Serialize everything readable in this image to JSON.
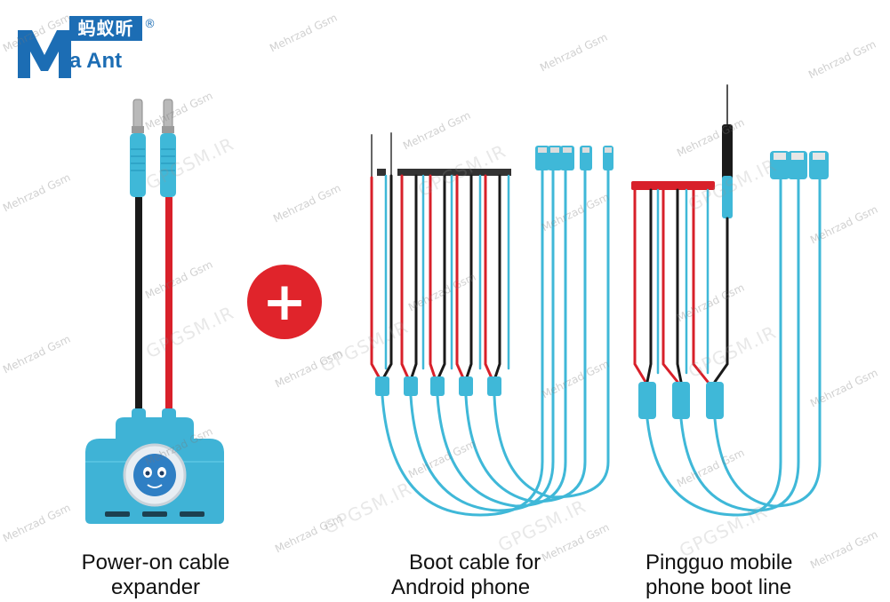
{
  "logo": {
    "mark": "M",
    "chinese": "蚂蚁昕",
    "english": "a Ant",
    "registered": "®",
    "color": "#1c6db4"
  },
  "plus_symbol": "+",
  "captions": {
    "expander": [
      "Power-on cable",
      "expander"
    ],
    "android": [
      "Boot cable for",
      "Android phone"
    ],
    "pingguo": [
      "Pingguo mobile",
      "phone boot line"
    ]
  },
  "watermarks": {
    "small": "Mehrzad Gsm",
    "large": "GPGSM.IR"
  },
  "colors": {
    "cable": "#3fb8d8",
    "red": "#d8202a",
    "black": "#1a1a1a",
    "hub": "#3fb3d6",
    "plus_circle": "#e0242b"
  }
}
